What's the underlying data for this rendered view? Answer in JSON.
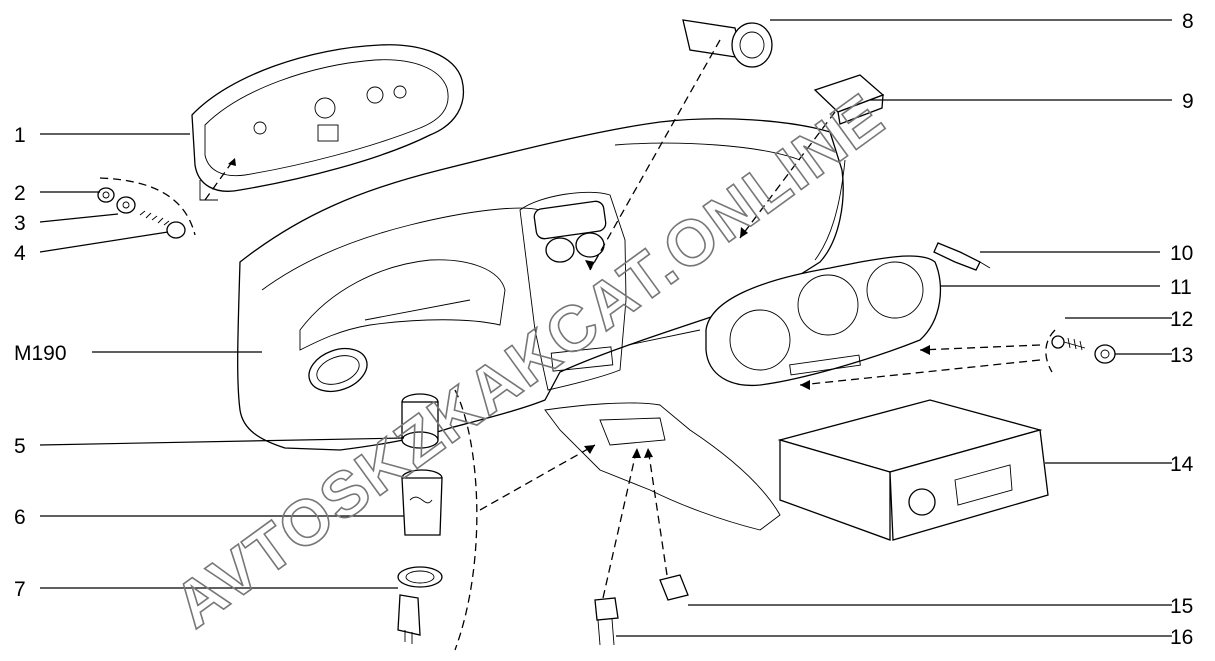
{
  "watermark": "AVTOSKZKAKCAT.ONLINE",
  "callouts": [
    {
      "label": "1"
    },
    {
      "label": "2"
    },
    {
      "label": "3"
    },
    {
      "label": "4"
    },
    {
      "label": "M190"
    },
    {
      "label": "5"
    },
    {
      "label": "6"
    },
    {
      "label": "7"
    },
    {
      "label": "8"
    },
    {
      "label": "9"
    },
    {
      "label": "10"
    },
    {
      "label": "11"
    },
    {
      "label": "12"
    },
    {
      "label": "13"
    },
    {
      "label": "14"
    },
    {
      "label": "15"
    },
    {
      "label": "16"
    }
  ],
  "colors": {
    "line": "#000000",
    "watermark": "#777777",
    "background": "#ffffff"
  }
}
